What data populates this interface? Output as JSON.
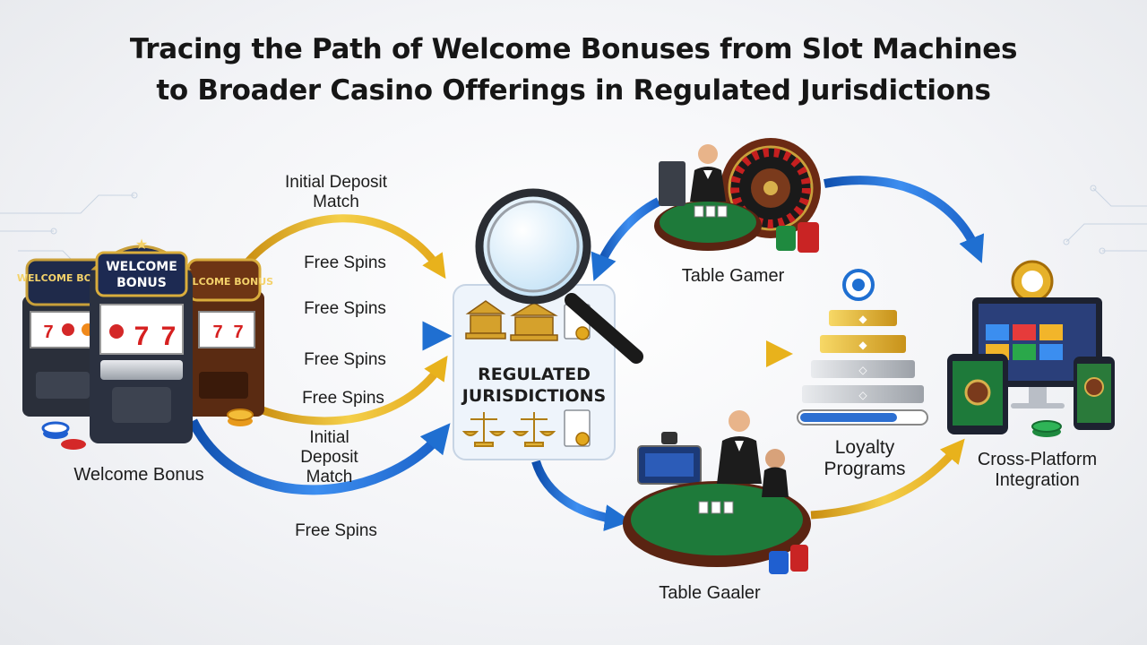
{
  "title": {
    "line1": "Tracing the Path of Welcome Bonuses from Slot Machines",
    "line2": "to Broader Casino Offerings in Regulated Jurisdictions"
  },
  "slots": {
    "left_sign": "WELCOME BONUS",
    "center_sign_1": "WELCOME",
    "center_sign_2": "BONUS",
    "right_sign": "WELCOME BONUS",
    "reel_symbol": "7",
    "caption": "Welcome Bonus"
  },
  "flow_labels": {
    "initial_deposit_top": "Initial Deposit Match",
    "free_spins_1": "Free Spins",
    "free_spins_2": "Free Spins",
    "free_spins_3": "Free Spins",
    "free_spins_4": "Free Spins",
    "initial_deposit_bottom": "Initial Deposit Match",
    "free_spins_bottom": "Free Spins"
  },
  "center": {
    "line1": "REGULATED",
    "line2": "JURISDICTIONS"
  },
  "nodes": {
    "table_gamer": "Table Gamer",
    "table_dealer": "Table Gaaler",
    "loyalty": "Loyalty Programs",
    "cross_platform": "Cross-Platform Integration"
  },
  "colors": {
    "gold": "#e8b21c",
    "blue": "#1f6fd1",
    "felt": "#1e7a3a",
    "wood": "#6b2a14",
    "dark_slot": "#1f2a4a"
  }
}
